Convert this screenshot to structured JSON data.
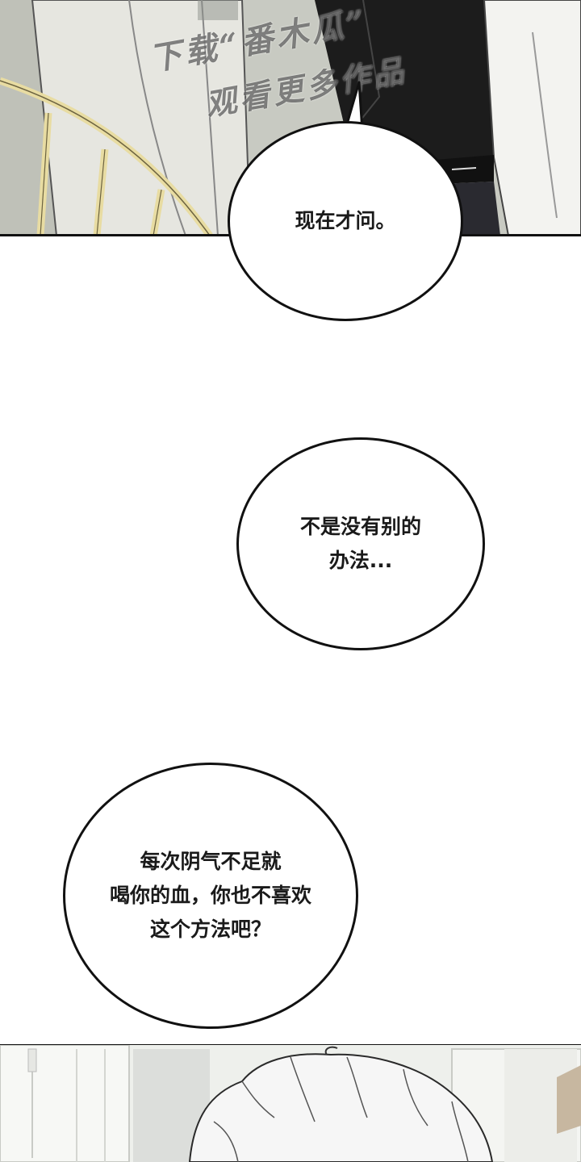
{
  "watermark": {
    "line1": "下载“番木瓜”",
    "line2": "观看更多作品"
  },
  "bubbles": [
    {
      "text": "现在才问。"
    },
    {
      "text": "不是没有别的\n办法..."
    },
    {
      "text": "每次阴气不足就\n喝你的血，你也不喜欢\n这个方法吧？"
    }
  ],
  "colors": {
    "panel_top_bg": "#c9cbc3",
    "bubble_border": "#111111",
    "chair_gold": "#e8dca2",
    "vest_black": "#1c1c1c",
    "hair_white": "#f4f4f4"
  }
}
